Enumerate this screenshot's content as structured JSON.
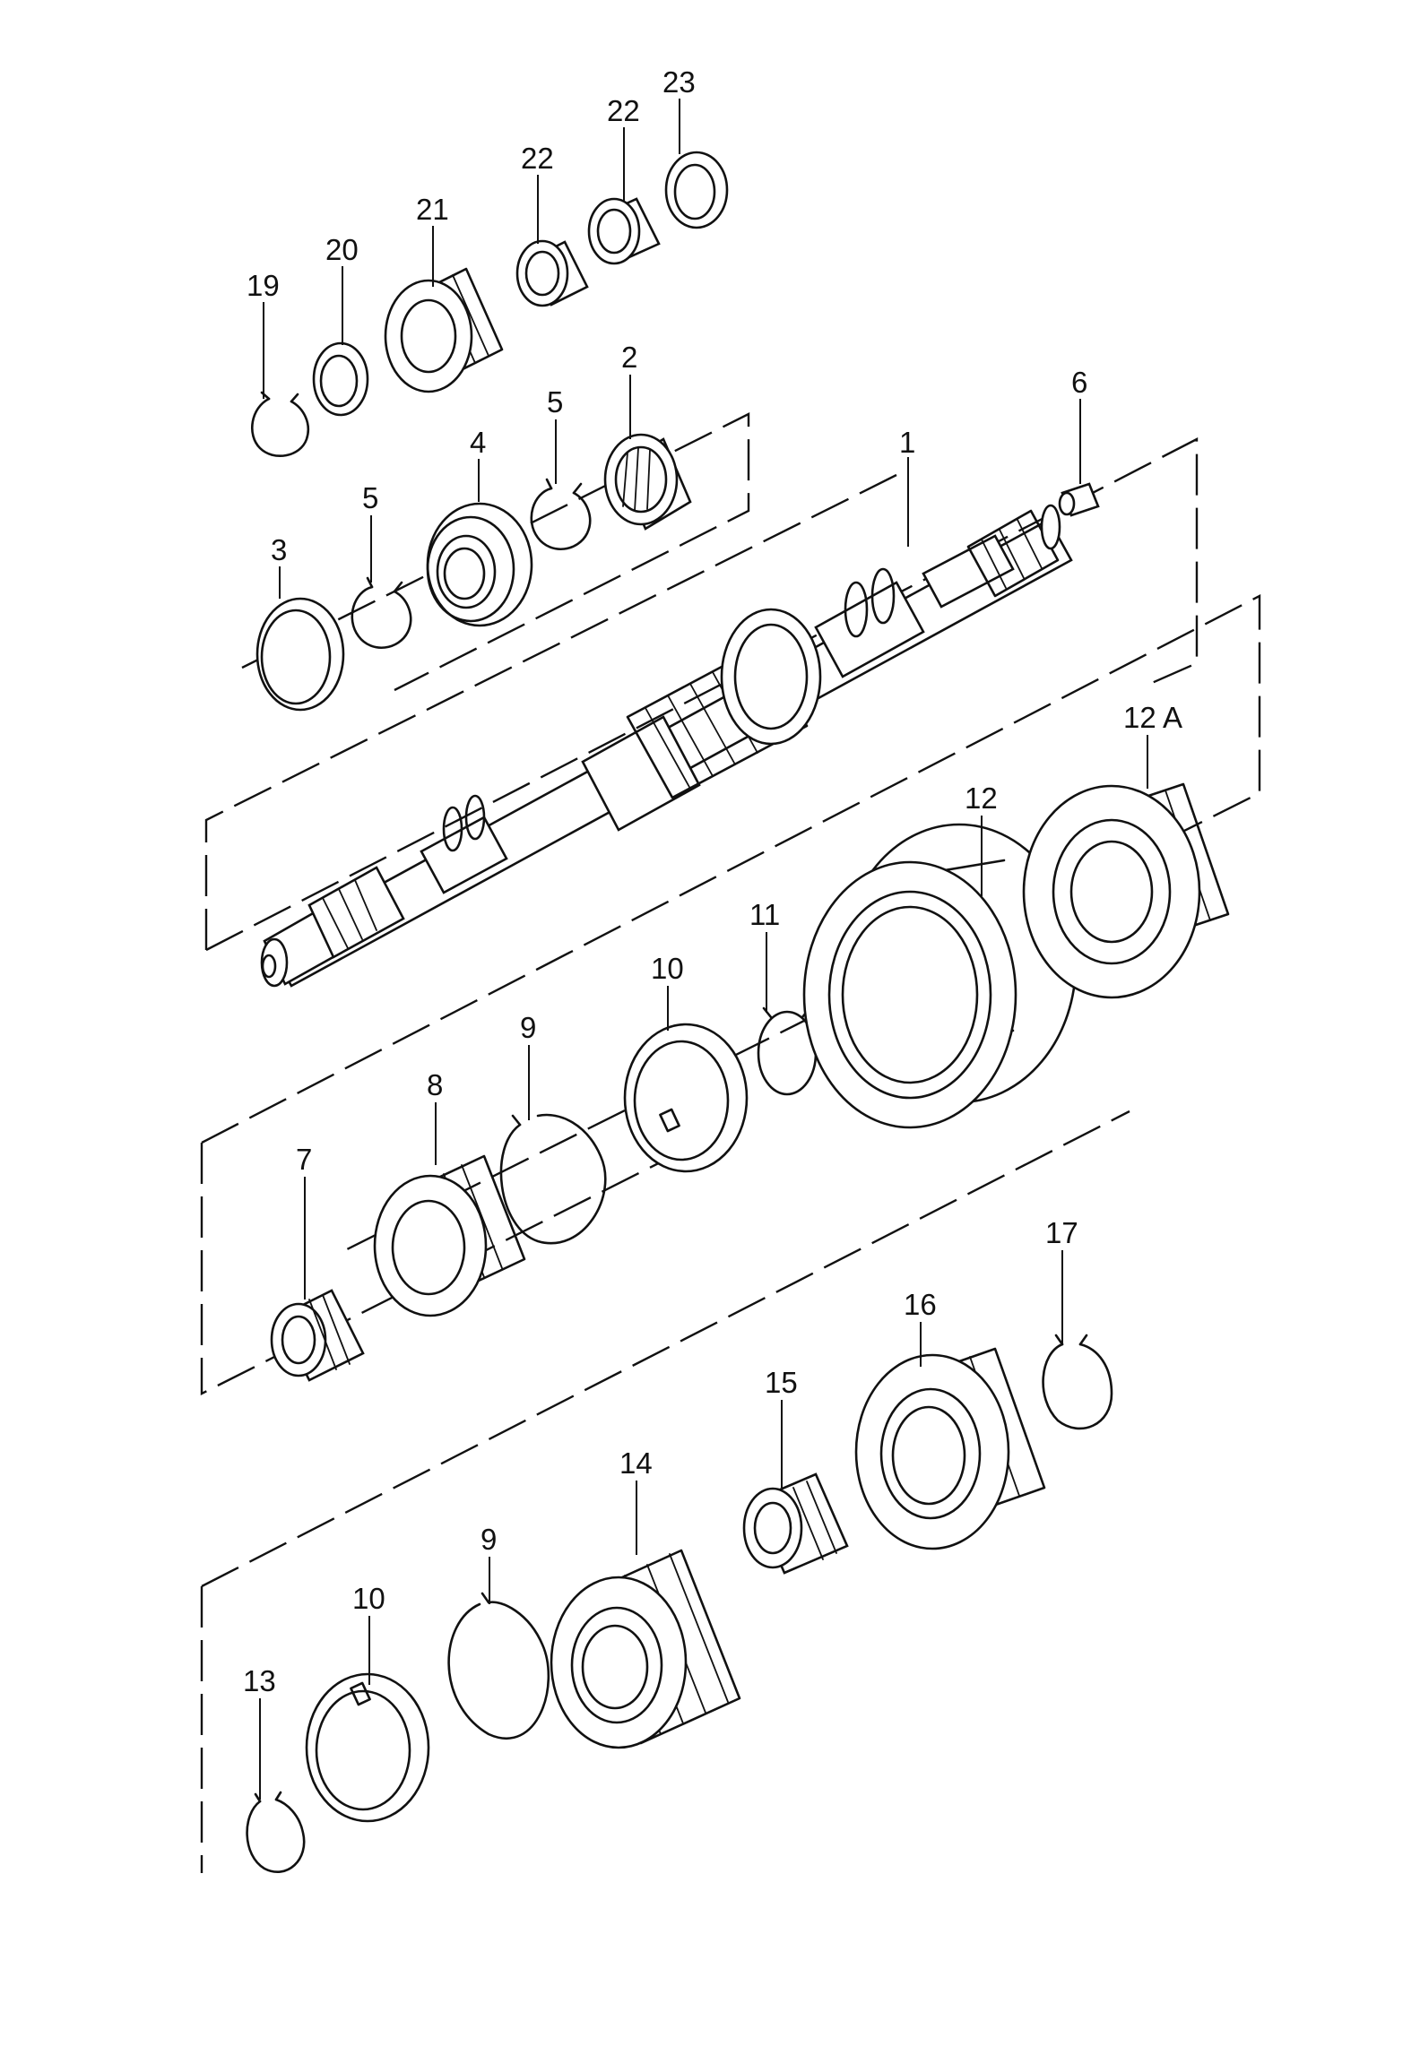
{
  "callouts": {
    "p1": "1",
    "p2": "2",
    "p3": "3",
    "p4": "4",
    "p5a": "5",
    "p5b": "5",
    "p6": "6",
    "p7": "7",
    "p8": "8",
    "p9a": "9",
    "p9b": "9",
    "p10a": "10",
    "p10b": "10",
    "p11": "11",
    "p12": "12",
    "p12a": "12 A",
    "p13": "13",
    "p14": "14",
    "p15": "15",
    "p16": "16",
    "p17": "17",
    "p19": "19",
    "p20": "20",
    "p21": "21",
    "p22a": "22",
    "p22b": "22",
    "p23": "23"
  },
  "colors": {
    "ink": "#111111",
    "paper": "#ffffff"
  }
}
